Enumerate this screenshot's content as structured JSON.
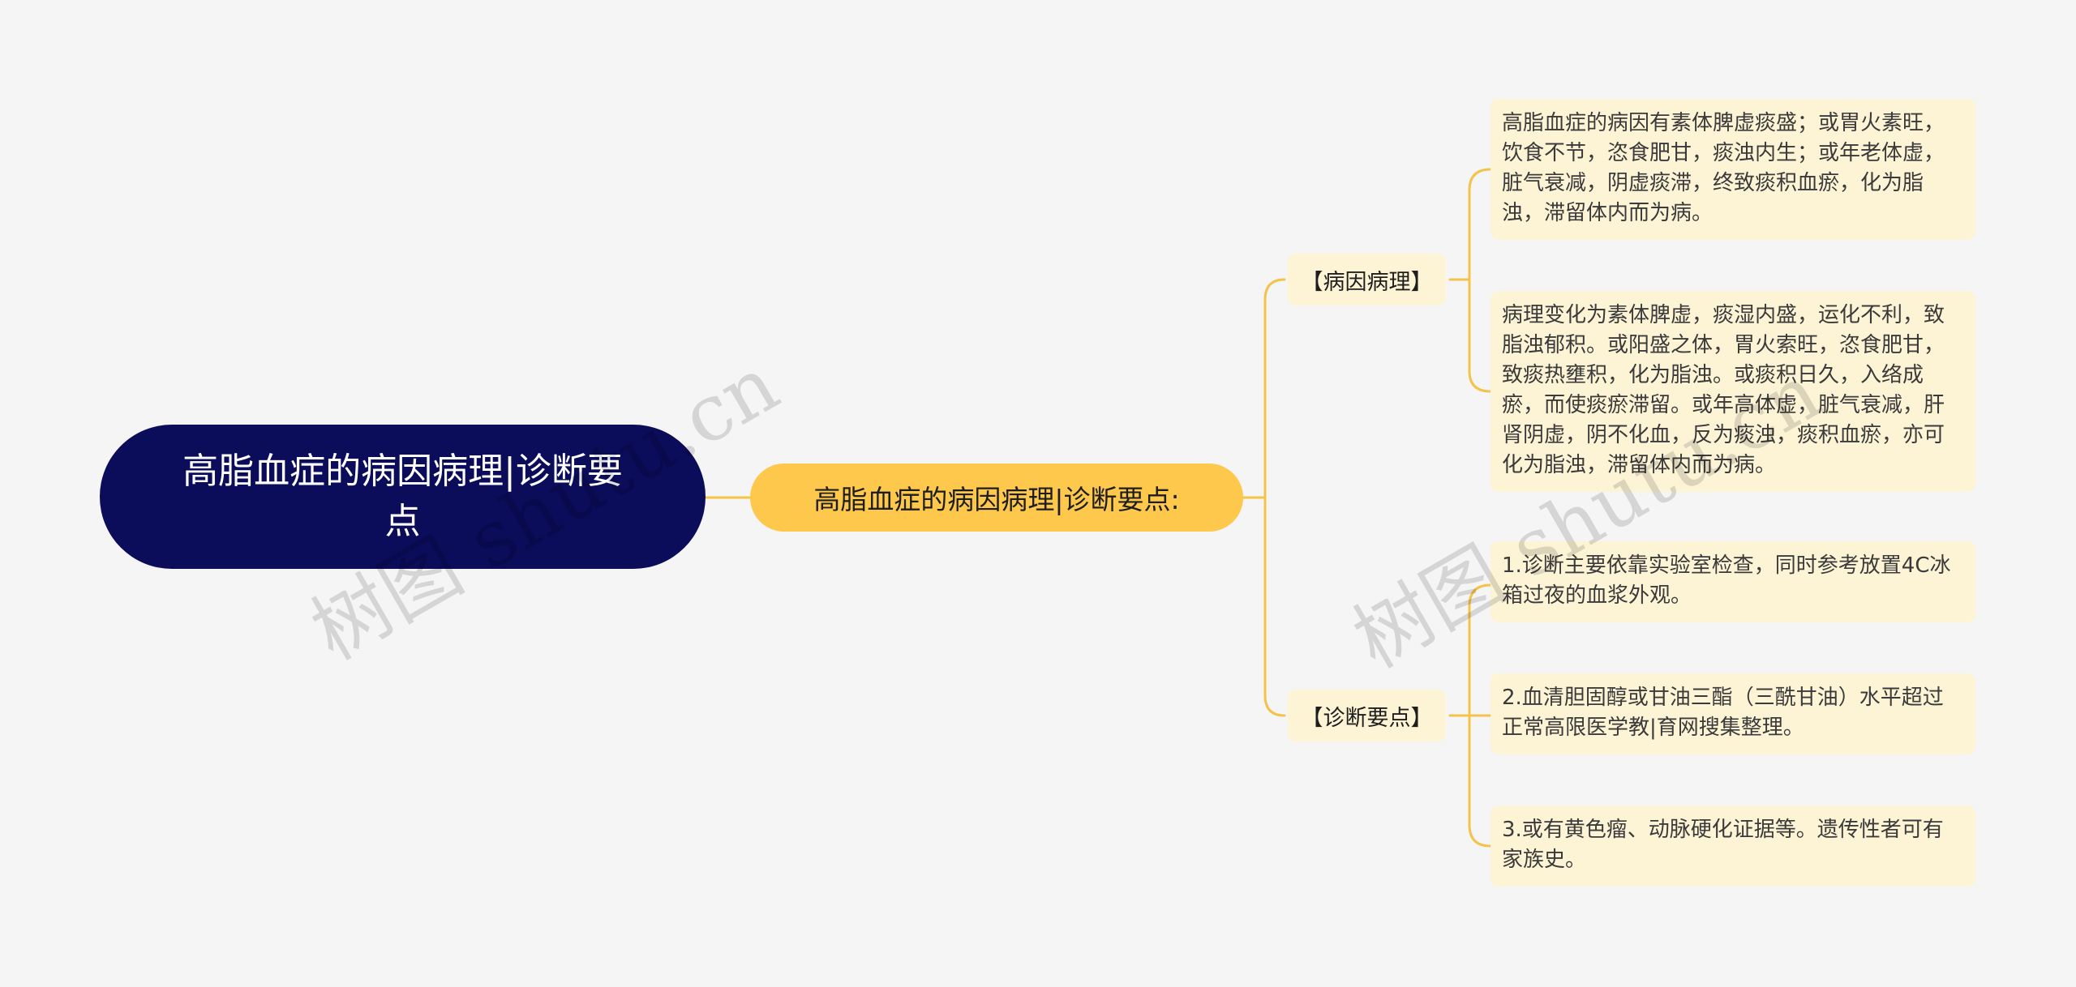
{
  "root": {
    "label": "高脂血症的病因病理|诊断要点"
  },
  "main": {
    "label": "高脂血症的病因病理|诊断要点:"
  },
  "branches": [
    {
      "label": "【病因病理】",
      "leaves": [
        "高脂血症的病因有素体脾虚痰盛；或胃火素旺，饮食不节，恣食肥甘，痰浊内生；或年老体虚，脏气衰减，阴虚痰滞，终致痰积血瘀，化为脂浊，滞留体内而为病。",
        "病理变化为素体脾虚，痰湿内盛，运化不利，致脂浊郁积。或阳盛之体，胃火索旺，恣食肥甘，致痰热壅积，化为脂浊。或痰积日久，入络成瘀，而使痰瘀滞留。或年高体虚，脏气衰减，肝肾阴虚，阴不化血，反为痰浊，痰积血瘀，亦可化为脂浊，滞留体内而为病。"
      ]
    },
    {
      "label": "【诊断要点】",
      "leaves": [
        "1.诊断主要依靠实验室检查，同时参考放置4C冰箱过夜的血浆外观。",
        "2.血清胆固醇或甘油三酯（三酰甘油）水平超过正常高限医学教|育网搜集整理。",
        "3.或有黄色瘤、动脉硬化证据等。遗传性者可有家族史。"
      ]
    }
  ],
  "watermarks": [
    "树图 shutu.cn",
    "树图 shutu.cn"
  ],
  "colors": {
    "background": "#f5f5f5",
    "root_fill": "#0b0c5a",
    "main_fill": "#fdc84b",
    "branch_fill": "#fdf4d6",
    "connector": "#f5c24a"
  }
}
